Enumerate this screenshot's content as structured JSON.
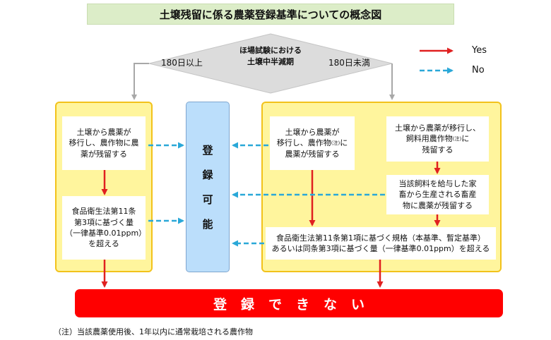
{
  "title": "土壌残留に係る農薬登録基準についての概念図",
  "decision": {
    "line1": "ほ場試験における",
    "line2": "土壌中半減期",
    "left_label": "180日以上",
    "right_label": "180日未満"
  },
  "legend": {
    "yes": "Yes",
    "no": "No",
    "yes_color": "#e02020",
    "no_color": "#2aa8d8"
  },
  "left_panel": {
    "box1": {
      "line1": "土壌から農薬が",
      "line2": "移行し、農作物に農",
      "line3": "薬が残留する"
    },
    "box2": {
      "line1": "食品衛生法第11条",
      "line2": "第3項に基づく量",
      "line3": "（一律基準0.01ppm）",
      "line4": "を超える"
    }
  },
  "right_panel": {
    "box1": {
      "line1": "土壌から農薬が",
      "line2a": "移行し、農作物",
      "note_mark": "(注)",
      "line2b": "に",
      "line3": "農薬が残留する"
    },
    "box2": {
      "line1": "土壌から農薬が移行し、",
      "line2a": "飼料用農作物",
      "note_mark": "(注)",
      "line2b": "に",
      "line3": "残留する"
    },
    "box3": {
      "line1": "当該飼料を給与した家",
      "line2": "畜から生産される畜産",
      "line3": "物に農薬が残留する"
    },
    "box4": {
      "line1": "食品衛生法第11条第1項に基づく規格（本基準、暫定基準）",
      "line2": "あるいは同条第3項に基づく量（一律基準0.01ppm）を超える"
    }
  },
  "register_ok": {
    "c1": "登",
    "c2": "録",
    "c3": "可",
    "c4": "能"
  },
  "register_ng": "登録できない",
  "footnote": "（注）当該農薬使用後、1年以内に通常栽培される農作物"
}
